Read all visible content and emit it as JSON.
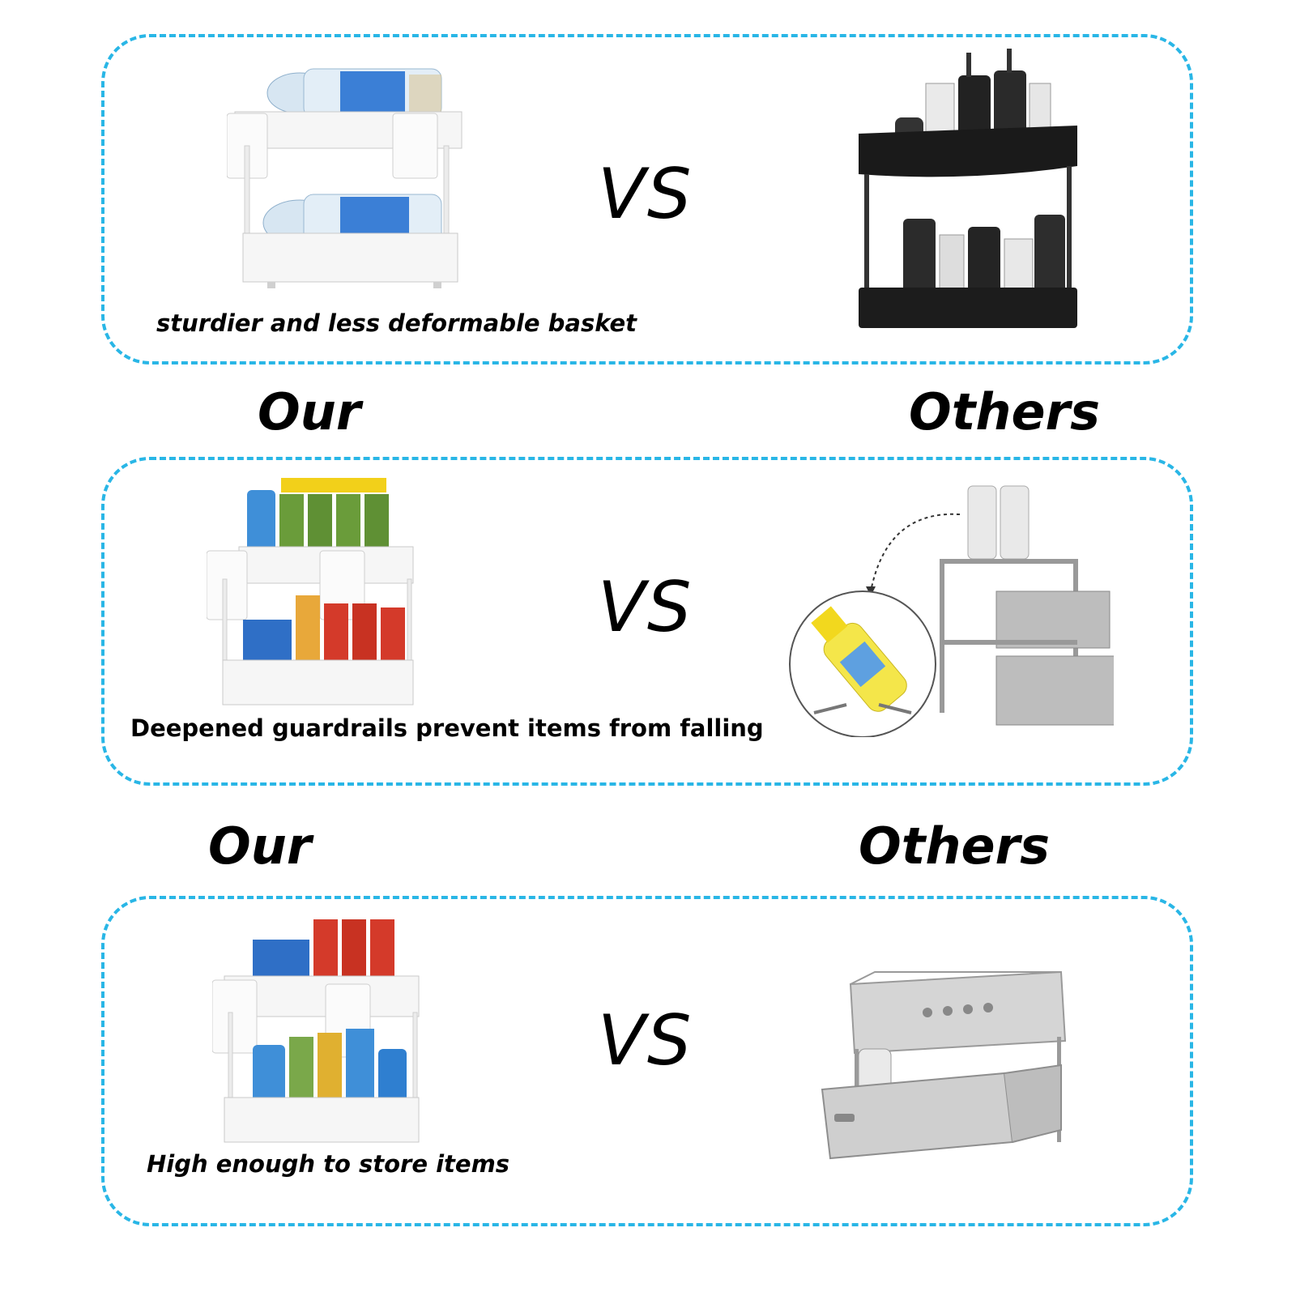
{
  "colors": {
    "border": "#29b6e6",
    "text": "#000000",
    "background": "#ffffff"
  },
  "rows": [
    {
      "vs": "VS",
      "caption": "sturdier and less deformable basket",
      "ours_image": "white-two-tier-rack-with-water-bottles",
      "others_image": "black-two-tier-rack-with-bottles"
    },
    {
      "vs": "VS",
      "caption": "Deepened guardrails prevent items from falling",
      "ours_image": "white-two-tier-rack-with-spray-bottles",
      "others_image": "mesh-drawer-rack-with-falling-bottle"
    },
    {
      "vs": "VS",
      "caption": "High enough to store items",
      "ours_image": "white-two-tier-rack-with-detergents",
      "others_image": "silver-sliding-drawer-rack"
    }
  ],
  "labels": [
    {
      "our": "Our",
      "others": "Others"
    },
    {
      "our": "Our",
      "others": "Others"
    }
  ]
}
